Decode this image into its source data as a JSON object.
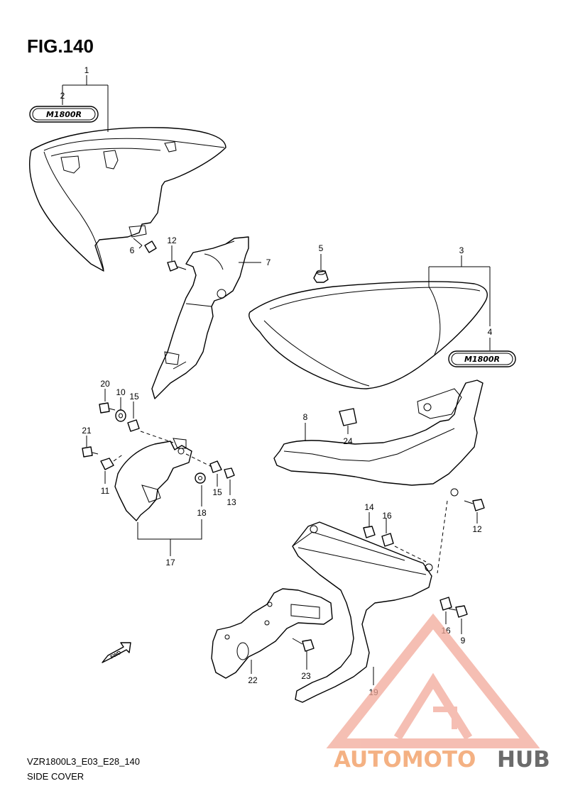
{
  "figure": {
    "title": "FIG.140",
    "model_code": "VZR1800L3_E03_E28_140",
    "section_name": "SIDE COVER"
  },
  "emblem_text": "M1800R",
  "fwd_label": "FWD",
  "watermark": {
    "text_color_part": "AUTOMOTO",
    "text_dark_part": "HUB",
    "accent_color": "#f2a99a",
    "orange_color": "#f4b183",
    "dark_color": "#6b6b6b"
  },
  "callouts": {
    "c1": "1",
    "c2": "2",
    "c3": "3",
    "c4": "4",
    "c5": "5",
    "c6": "6",
    "c7": "7",
    "c8": "8",
    "c9": "9",
    "c10": "10",
    "c11": "11",
    "c12a": "12",
    "c12b": "12",
    "c13": "13",
    "c14": "14",
    "c15a": "15",
    "c15b": "15",
    "c16a": "16",
    "c16b": "16",
    "c17": "17",
    "c18": "18",
    "c19": "19",
    "c20": "20",
    "c21": "21",
    "c22": "22",
    "c23": "23",
    "c24": "24"
  }
}
